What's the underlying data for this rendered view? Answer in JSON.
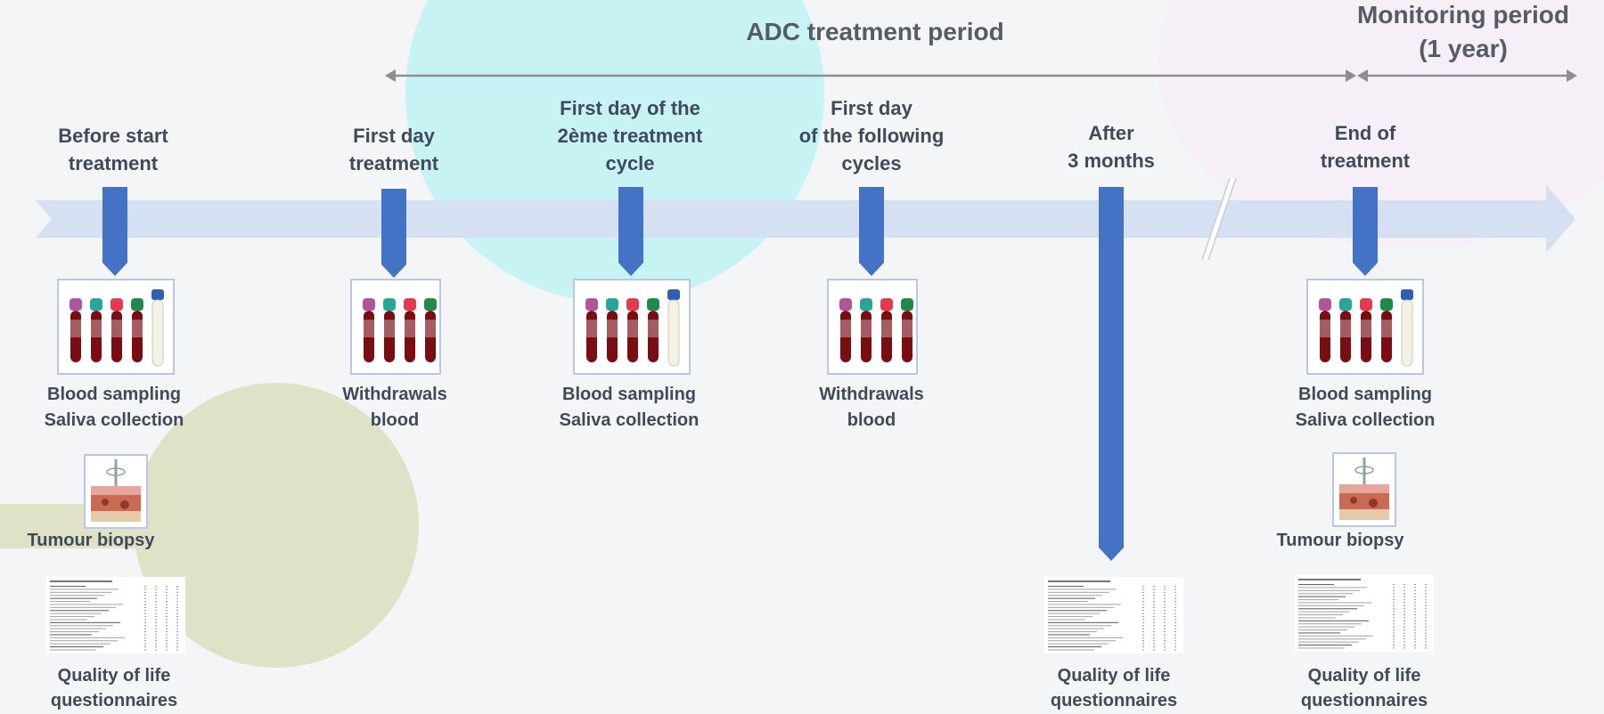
{
  "periods": {
    "adc": "ADC treatment period",
    "monitoring_line1": "Monitoring period",
    "monitoring_line2": "(1 year)"
  },
  "timepoints": [
    {
      "line1": "Before start",
      "line2": "treatment"
    },
    {
      "line1": "First day",
      "line2": "treatment"
    },
    {
      "line1": "First day of the",
      "line2": "2ème treatment",
      "line3": "cycle"
    },
    {
      "line1": "First day",
      "line2": "of the following",
      "line3": "cycles"
    },
    {
      "line1": "After",
      "line2": "3 months"
    },
    {
      "line1": "End of",
      "line2": "treatment"
    }
  ],
  "samples": {
    "blood_saliva_line1": "Blood sampling",
    "blood_saliva_line2": "Saliva collection",
    "withdrawals_line1": "Withdrawals",
    "withdrawals_line2": "blood"
  },
  "biopsy": "Tumour biopsy",
  "quality": {
    "line1": "Quality of life",
    "line2": "questionnaires"
  },
  "colors": {
    "pointer": "#4472c4",
    "timeline": "#d6e0f3",
    "tube_purple": "#b0549c",
    "tube_teal": "#26a69a",
    "tube_red": "#e53950",
    "tube_green": "#1f8a4c",
    "blood": "#7a0d12"
  }
}
